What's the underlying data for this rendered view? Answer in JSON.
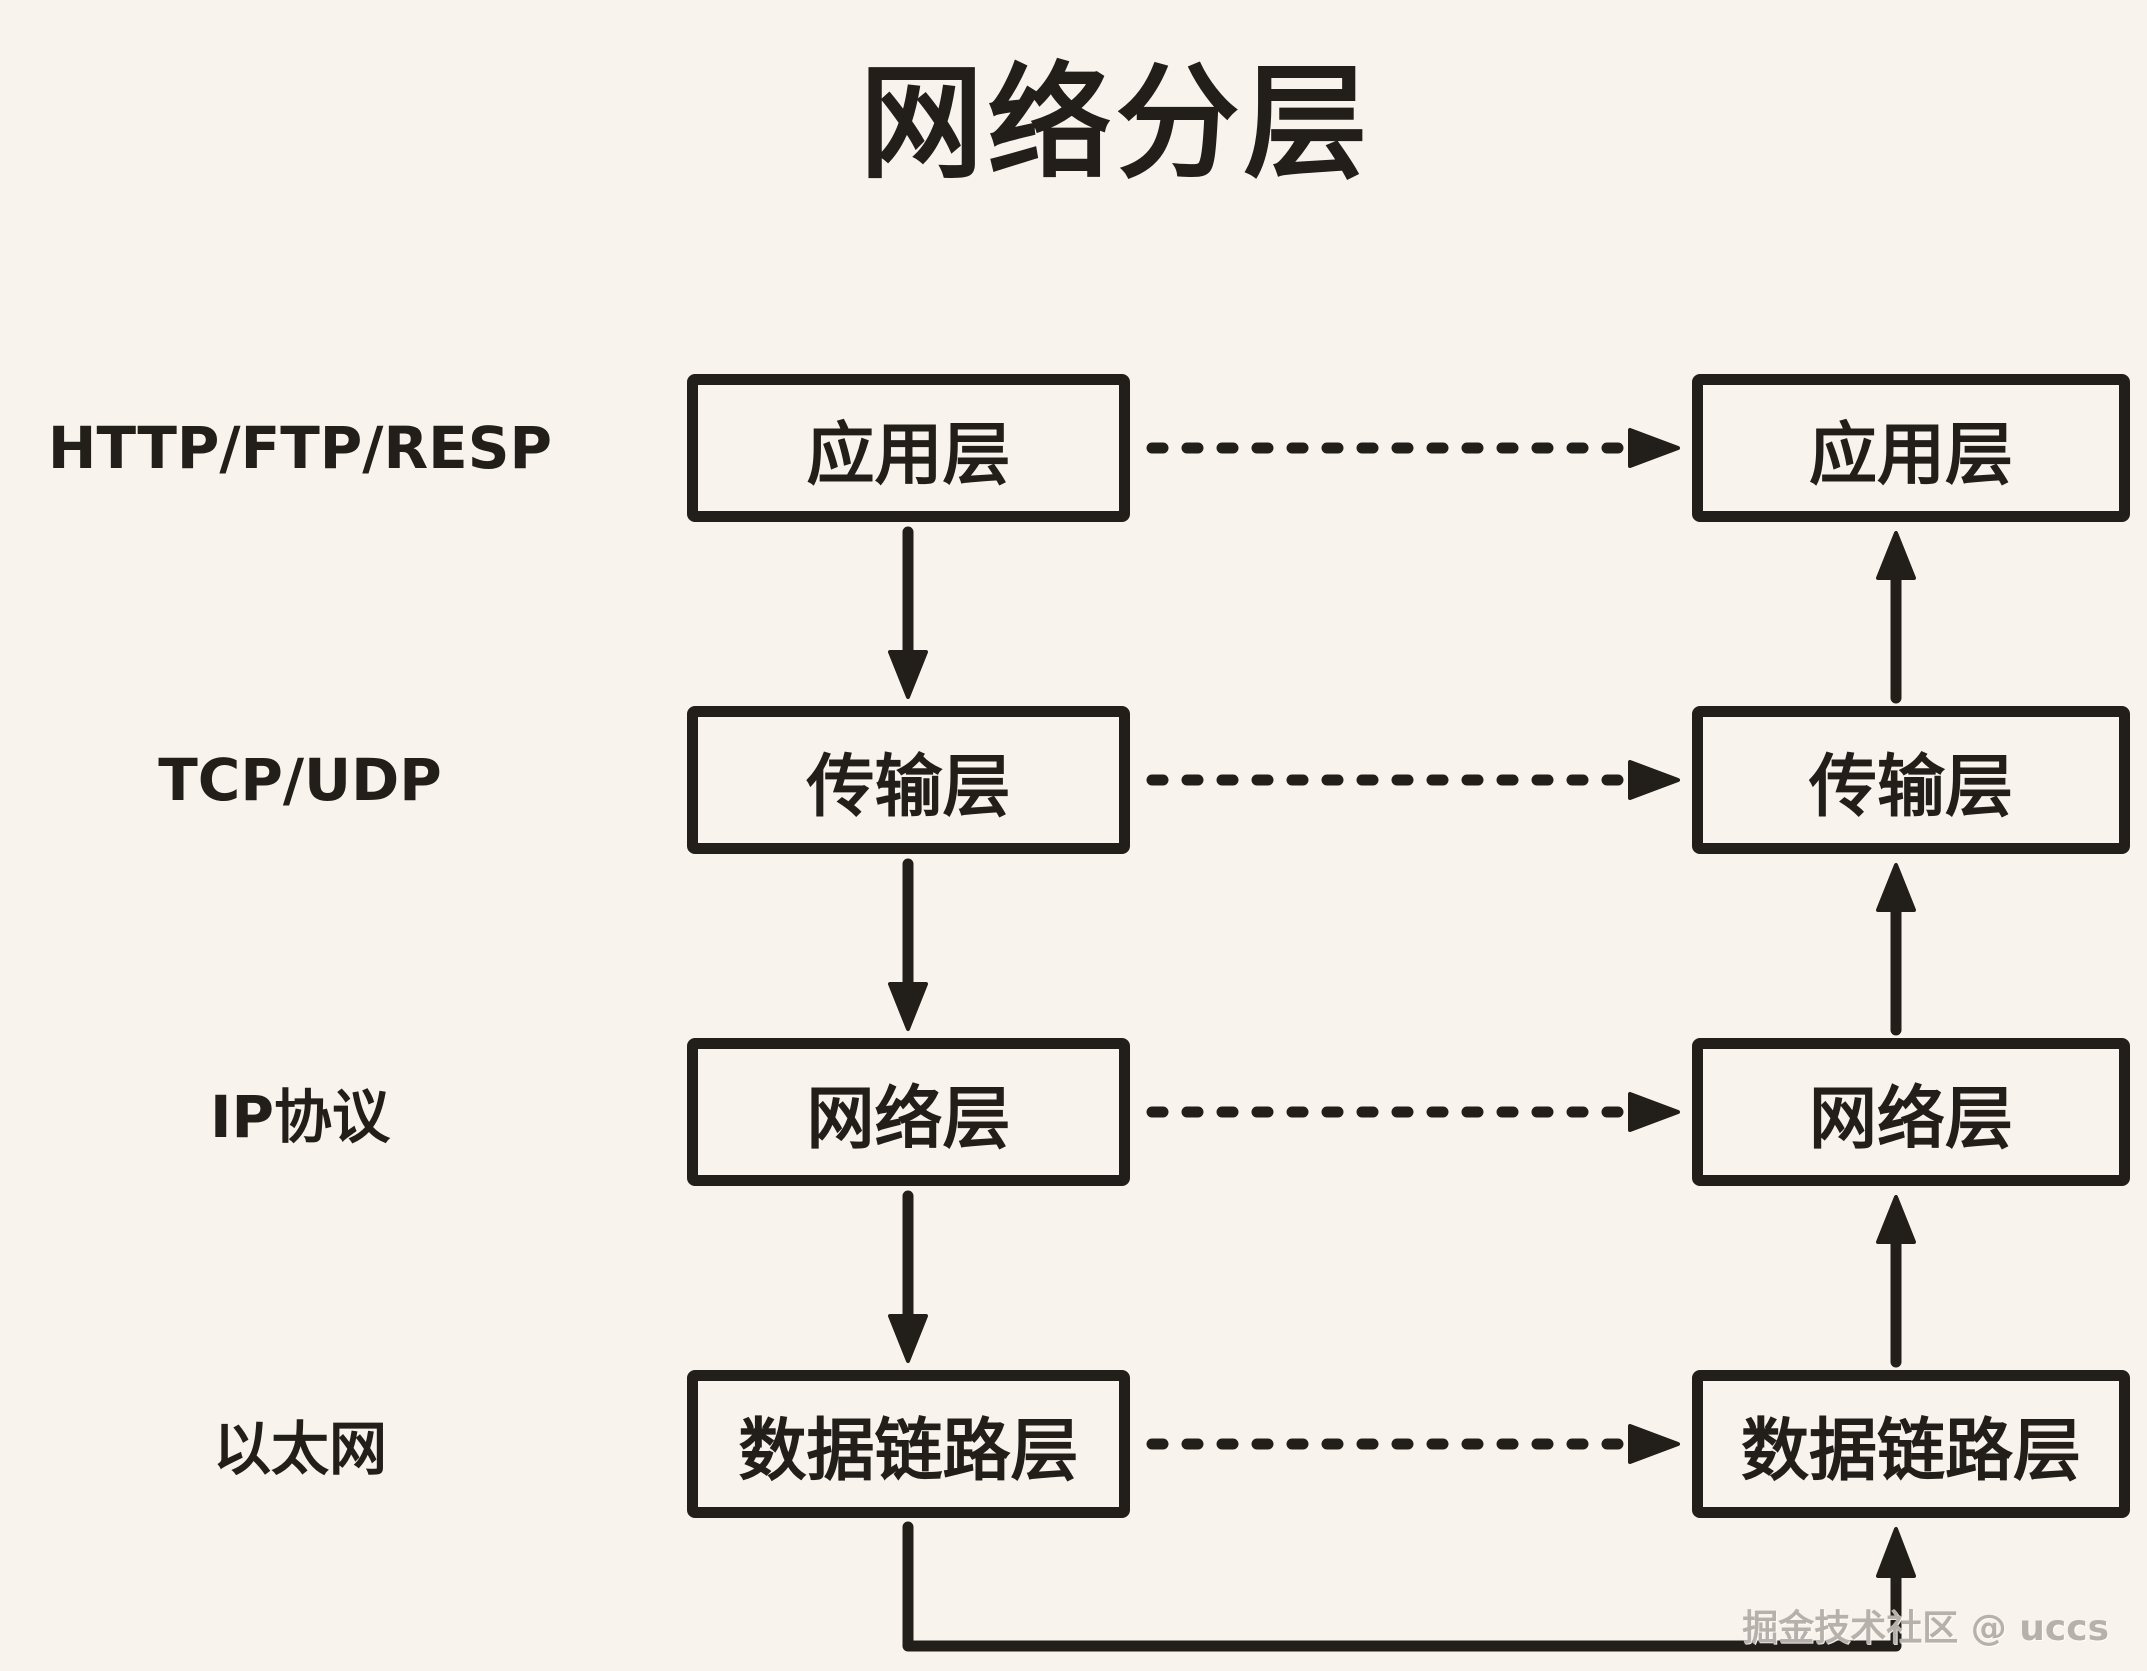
{
  "title": "网络分层",
  "rows": [
    {
      "protocol": "HTTP/FTP/RESP",
      "layer_left": "应用层",
      "layer_right": "应用层"
    },
    {
      "protocol": "TCP/UDP",
      "layer_left": "传输层",
      "layer_right": "传输层"
    },
    {
      "protocol": "IP协议",
      "layer_left": "网络层",
      "layer_right": "网络层"
    },
    {
      "protocol": "以太网",
      "layer_left": "数据链路层",
      "layer_right": "数据链路层"
    }
  ],
  "watermark": "掘金技术社区 @ uccs",
  "colors": {
    "background": "#f8f4ed",
    "ink": "#221e19",
    "watermark": "#b6b2ab"
  }
}
